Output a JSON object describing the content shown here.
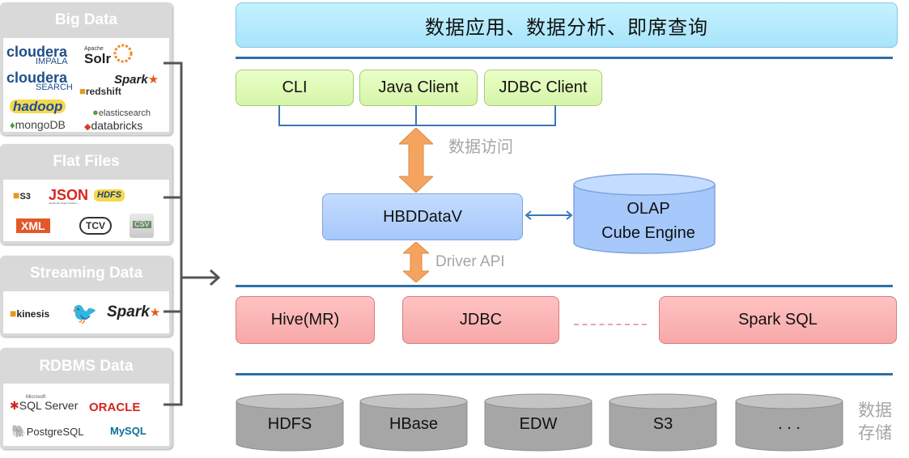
{
  "sources": {
    "big_data": {
      "title": "Big Data",
      "logos": {
        "cloudera_impala_1": "cloudera",
        "cloudera_impala_2": "IMPALA",
        "apache": "Apache",
        "solr": "Solr",
        "cloudera_search_1": "cloudera",
        "cloudera_search_2": "SEARCH",
        "spark": "Spark",
        "redshift": "redshift",
        "hadoop": "hadoop",
        "elasticsearch": "elasticsearch",
        "mongodb": "mongoDB",
        "databricks": "databricks"
      }
    },
    "flat_files": {
      "title": "Flat Files",
      "logos": {
        "s3": "S3",
        "json": "JSON",
        "json_sub": "JavaScript Object Notation",
        "hdfs": "HDFS",
        "xml": "XML",
        "tcv": "TCV",
        "csv": "CSV"
      }
    },
    "streaming": {
      "title": "Streaming Data",
      "logos": {
        "kinesis": "kinesis",
        "spark": "Spark"
      }
    },
    "rdbms": {
      "title": "RDBMS Data",
      "logos": {
        "microsoft": "Microsoft",
        "sqlserver": "SQL Server",
        "oracle": "ORACLE",
        "postgresql": "PostgreSQL",
        "mysql": "MySQL"
      }
    }
  },
  "top_box": "数据应用、数据分析、即席查询",
  "clients": [
    "CLI",
    "Java Client",
    "JDBC Client"
  ],
  "data_access_label": "数据访问",
  "hbddatav": "HBDDataV",
  "olap": {
    "line1": "OLAP",
    "line2": "Cube Engine"
  },
  "driver_api_label": "Driver API",
  "engines": [
    "Hive(MR)",
    "JDBC",
    "Spark SQL"
  ],
  "storage": [
    "HDFS",
    "HBase",
    "EDW",
    "S3",
    ". . ."
  ],
  "storage_label": {
    "line1": "数据",
    "line2": "存储"
  },
  "colors": {
    "line_blue": "#2e6fa8",
    "arrow_orange": "#f4a460",
    "client_green": "#d6f5a8",
    "engine_red": "#f7a8a8",
    "core_blue": "#a6c8fb",
    "top_cyan": "#a7e4fb",
    "storage_gray": "#a6a6a6"
  }
}
